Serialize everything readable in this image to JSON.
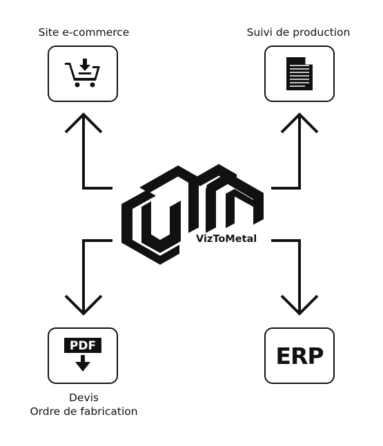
{
  "logo": {
    "name": "VizToMetal"
  },
  "nodes": {
    "ecommerce": {
      "label": "Site e-commerce",
      "icon": "shopping-cart-download-icon"
    },
    "production": {
      "label": "Suivi de production",
      "icon": "document-icon"
    },
    "devis": {
      "label_line1": "Devis",
      "label_line2": "Ordre de fabrication",
      "icon": "pdf-download-icon",
      "icon_text": "PDF"
    },
    "erp": {
      "label": "ERP",
      "icon": "erp-text-icon"
    }
  }
}
